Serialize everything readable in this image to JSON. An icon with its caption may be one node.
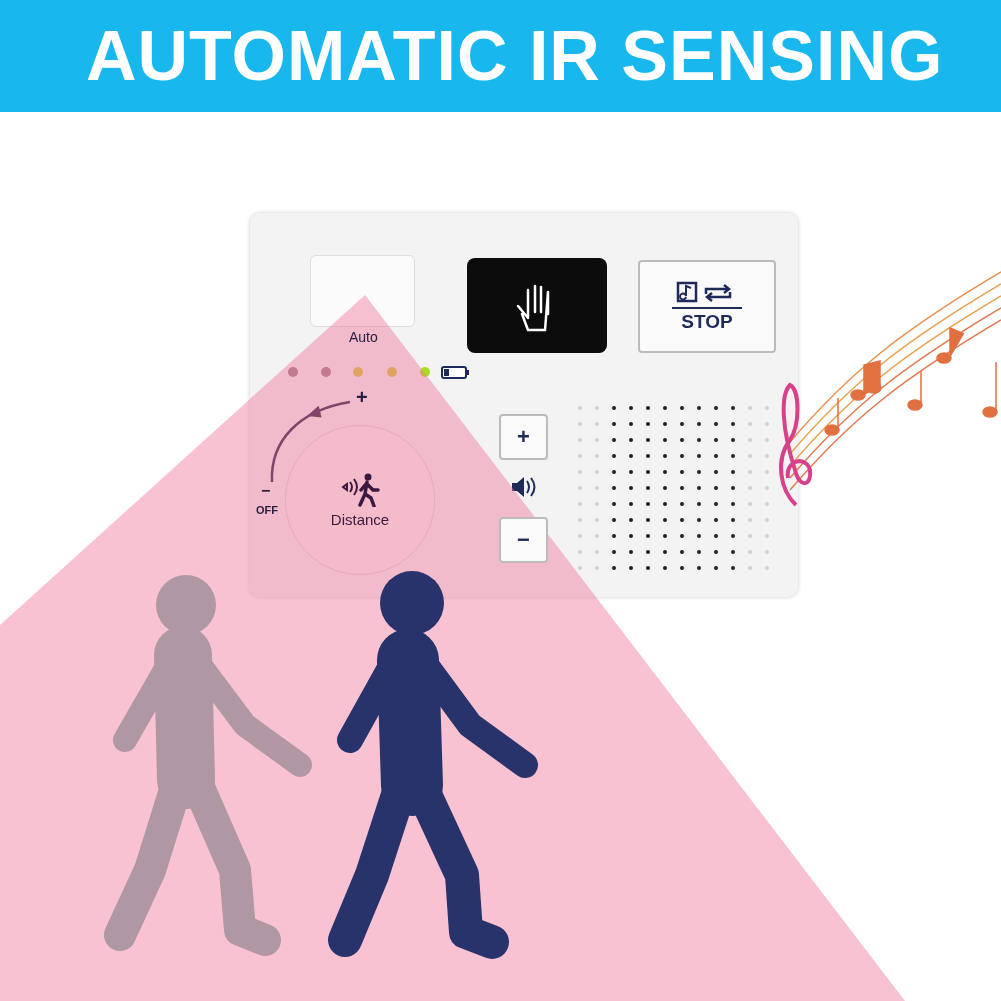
{
  "diagram": {
    "title": "AUTOMATIC IR SENSING",
    "nodes": [
      {
        "text": [
          "STOP"
        ]
      },
      {
        "text": [
          "+"
        ]
      },
      {
        "text": [
          "−"
        ]
      },
      {
        "text": [
          "Distance"
        ]
      },
      {
        "text": [],
        "shape": "box"
      }
    ],
    "labels": [
      "Auto",
      "+",
      "−",
      "OFF"
    ]
  }
}
